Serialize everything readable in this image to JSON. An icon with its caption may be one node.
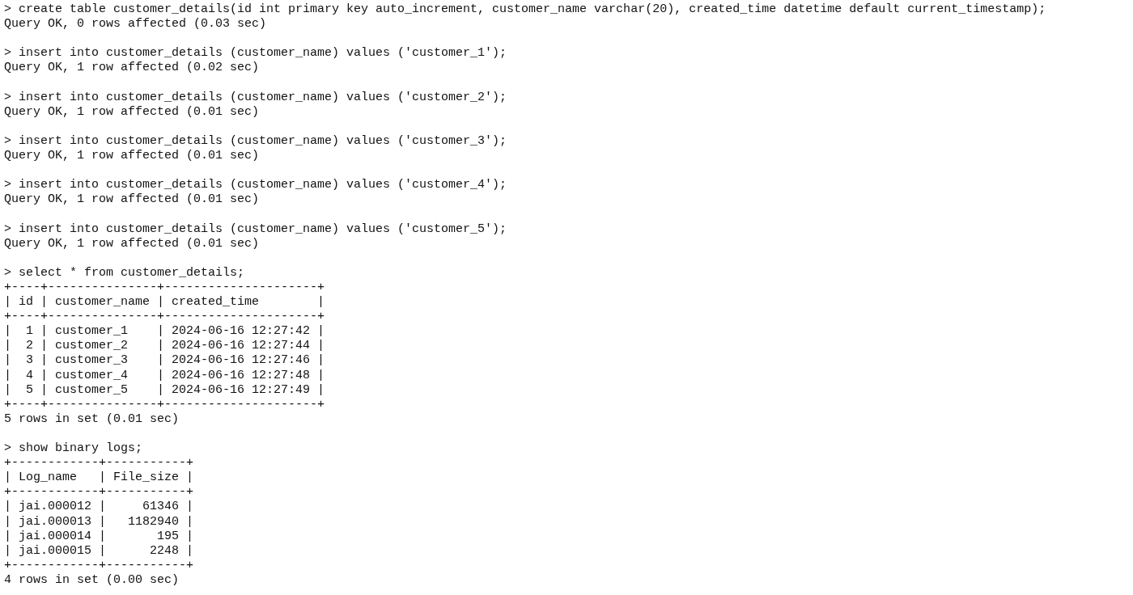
{
  "diagram": {
    "labels": [
      "> create table customer_details(id int primary key auto_increment, customer_name varchar(20), created_time datetime default current_timestamp);",
      "Query OK, 0 rows affected (0.03 sec)",
      "> insert into customer_details (customer_name) values ('customer_1');",
      "Query OK, 1 row affected (0.02 sec)",
      "> insert into customer_details (customer_name) values ('customer_2');",
      "Query OK, 1 row affected (0.01 sec)",
      "> insert into customer_details (customer_name) values ('customer_3');",
      "Query OK, 1 row affected (0.01 sec)",
      "> insert into customer_details (customer_name) values ('customer_4');",
      "Query OK, 1 row affected (0.01 sec)",
      "> insert into customer_details (customer_name) values ('customer_5');",
      "Query OK, 1 row affected (0.01 sec)",
      "> select * from customer_details;",
      "+----+---------------+---------------------+",
      "| id | customer_name | created_time        |",
      "+----+---------------+---------------------+",
      "|  1 | customer_1    | 2024-06-16 12:27:42 |",
      "|  2 | customer_2    | 2024-06-16 12:27:44 |",
      "|  3 | customer_3    | 2024-06-16 12:27:46 |",
      "|  4 | customer_4    | 2024-06-16 12:27:48 |",
      "|  5 | customer_5    | 2024-06-16 12:27:49 |",
      "+----+---------------+---------------------+",
      "5 rows in set (0.01 sec)",
      "> show binary logs;",
      "+------------+-----------+",
      "| Log_name   | File_size |",
      "+------------+-----------+",
      "| jai.000012 |     61346 |",
      "| jai.000013 |   1182940 |",
      "| jai.000014 |       195 |",
      "| jai.000015 |      2248 |",
      "+------------+-----------+",
      "4 rows in set (0.00 sec)"
    ]
  }
}
